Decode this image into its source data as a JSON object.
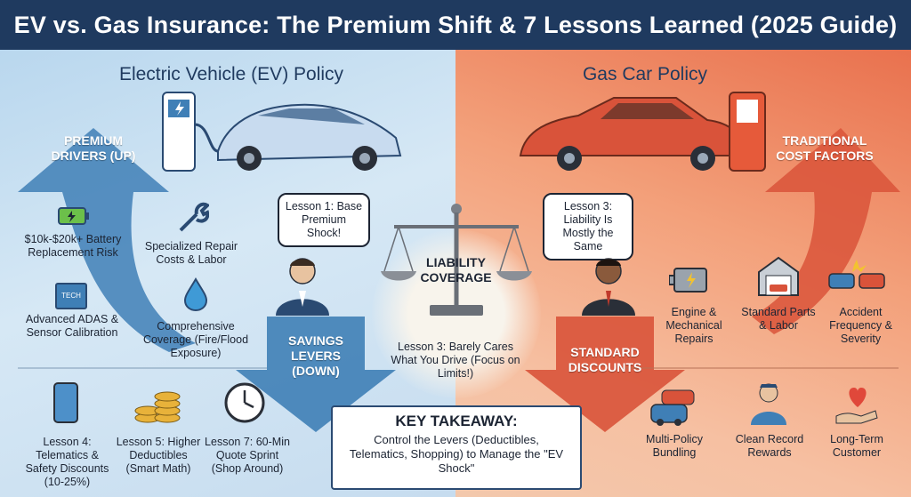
{
  "title": "EV vs. Gas Insurance: The Premium Shift & 7 Lessons Learned (2025 Guide)",
  "ev": {
    "heading": "Electric Vehicle (EV) Policy",
    "premium_drivers": "PREMIUM DRIVERS (UP)",
    "items": [
      {
        "icon": "battery-icon",
        "label": "$10k-$20k+ Battery Replacement Risk"
      },
      {
        "icon": "wrench-icon",
        "label": "Specialized Repair Costs & Labor"
      },
      {
        "icon": "chip-icon",
        "chip_text": "TECH",
        "label": "Advanced ADAS & Sensor Calibration"
      },
      {
        "icon": "water-drop-icon",
        "label": "Comprehensive Coverage (Fire/Flood Exposure)"
      }
    ],
    "lesson_bubble": "Lesson 1: Base Premium Shock!",
    "savings_levers": "SAVINGS LEVERS (DOWN)",
    "lessons": [
      {
        "icon": "phone-icon",
        "label": "Lesson 4: Telematics & Safety Discounts (10-25%)"
      },
      {
        "icon": "coins-icon",
        "label": "Lesson 5: Higher Deductibles (Smart Math)"
      },
      {
        "icon": "clock-icon",
        "label": "Lesson 7: 60-Min Quote Sprint (Shop Around)"
      }
    ]
  },
  "center": {
    "scale_label": "LIABILITY COVERAGE",
    "lesson": "Lesson 3: Barely Cares What You Drive (Focus on Limits!)"
  },
  "gas": {
    "heading": "Gas Car Policy",
    "traditional": "TRADITIONAL COST FACTORS",
    "lesson_bubble": "Lesson 3: Liability Is Mostly the Same",
    "factors": [
      {
        "icon": "engine-icon",
        "label": "Engine & Mechanical Repairs"
      },
      {
        "icon": "garage-icon",
        "label": "Standard Parts & Labor"
      },
      {
        "icon": "crash-icon",
        "label": "Accident Frequency & Severity"
      }
    ],
    "standard_discounts": "STANDARD DISCOUNTS",
    "discounts": [
      {
        "icon": "cars-icon",
        "label": "Multi-Policy Bundling"
      },
      {
        "icon": "driver-icon",
        "label": "Clean Record Rewards"
      },
      {
        "icon": "heart-hand-icon",
        "label": "Long-Term Customer"
      }
    ]
  },
  "takeaway": {
    "heading": "KEY TAKEAWAY:",
    "body": "Control the Levers (Deductibles, Telematics, Shopping) to Manage the \"EV Shock\""
  },
  "colors": {
    "banner": "#1f3a5f",
    "ev_blue": "#3f7fb6",
    "gas_red": "#d9533a"
  }
}
